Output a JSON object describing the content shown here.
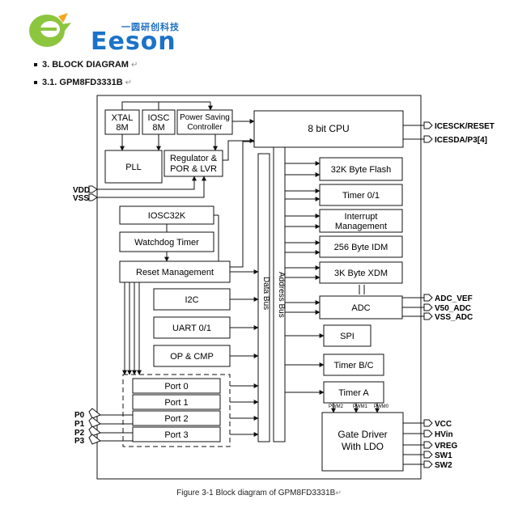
{
  "logo": {
    "brand": "Eeson",
    "tagline": "一圆研创科技"
  },
  "section_heading": "3. BLOCK DIAGRAM",
  "sub_heading": "3.1.   GPM8FD3331B",
  "caption": "Figure 3-1 Block diagram of GPM8FD3331B",
  "para_mark": "↵",
  "blocks": {
    "xtal": [
      "XTAL",
      "8M"
    ],
    "iosc": [
      "IOSC",
      "8M"
    ],
    "power_saving": [
      "Power Saving",
      "Controller"
    ],
    "cpu": "8 bit CPU",
    "pll": "PLL",
    "regulator": [
      "Regulator &",
      "POR & LVR"
    ],
    "flash": "32K Byte Flash",
    "timer01": "Timer 0/1",
    "iosc32k": "IOSC32K",
    "interrupt": [
      "Interrupt",
      "Management"
    ],
    "watchdog": "Watchdog Timer",
    "idm": "256 Byte IDM",
    "reset": "Reset Management",
    "xdm": "3K Byte XDM",
    "i2c": "I2C",
    "adc": "ADC",
    "uart": "UART 0/1",
    "spi": "SPI",
    "opcmp": "OP & CMP",
    "timerbc": "Timer B/C",
    "timera": "Timer A",
    "gate_driver": [
      "Gate Driver",
      "With LDO"
    ],
    "ports": [
      "Port 0",
      "Port 1",
      "Port 2",
      "Port 3"
    ]
  },
  "buses": {
    "data": "Data Bus",
    "address": "Address Bus"
  },
  "pwm_labels": [
    "PWM2",
    "PWM1",
    "PWM0"
  ],
  "pins": {
    "left": [
      "VDD",
      "VSS",
      "P0",
      "P1",
      "P2",
      "P3"
    ],
    "right": [
      "ICESCK/RESET",
      "ICESDA/P3[4]",
      "ADC_VEF",
      "V50_ADC",
      "VSS_ADC",
      "VCC",
      "HVin",
      "VREG",
      "SW1",
      "SW2"
    ]
  }
}
